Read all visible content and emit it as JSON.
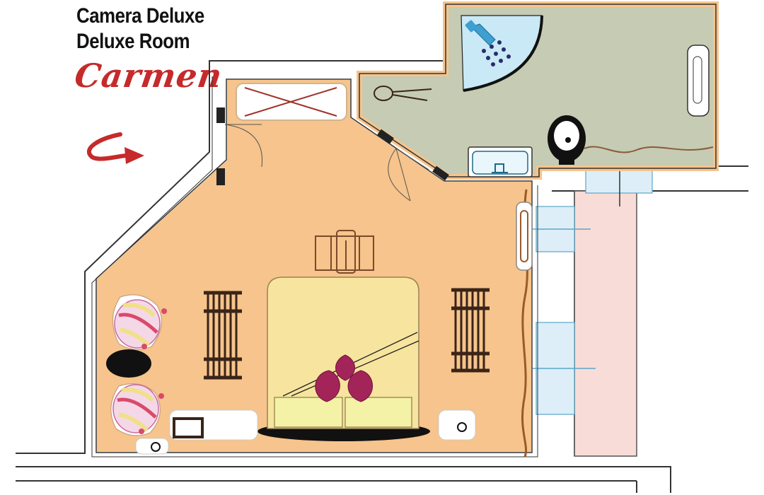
{
  "header": {
    "title_it": "Camera Deluxe",
    "title_en": "Deluxe Room",
    "room_name": "Carmen"
  },
  "colors": {
    "room_floor": "#f6c48c",
    "bathroom_floor": "#c6cbb3",
    "shower": "#c8e9f5",
    "bed": "#f7e49e",
    "pillows": "#f4f2a6",
    "hearts": "#a32458",
    "furniture_dark": "#3a2418",
    "corridor": "#f8dcd8",
    "window": "#ddeef8",
    "accent_red": "#c62a2a"
  },
  "icons": {
    "entrance_arrow": "curved-arrow-icon",
    "shower": "shower-head-icon",
    "toilet": "toilet-icon",
    "sink": "sink-icon",
    "bathtub": "bathtub-icon"
  }
}
